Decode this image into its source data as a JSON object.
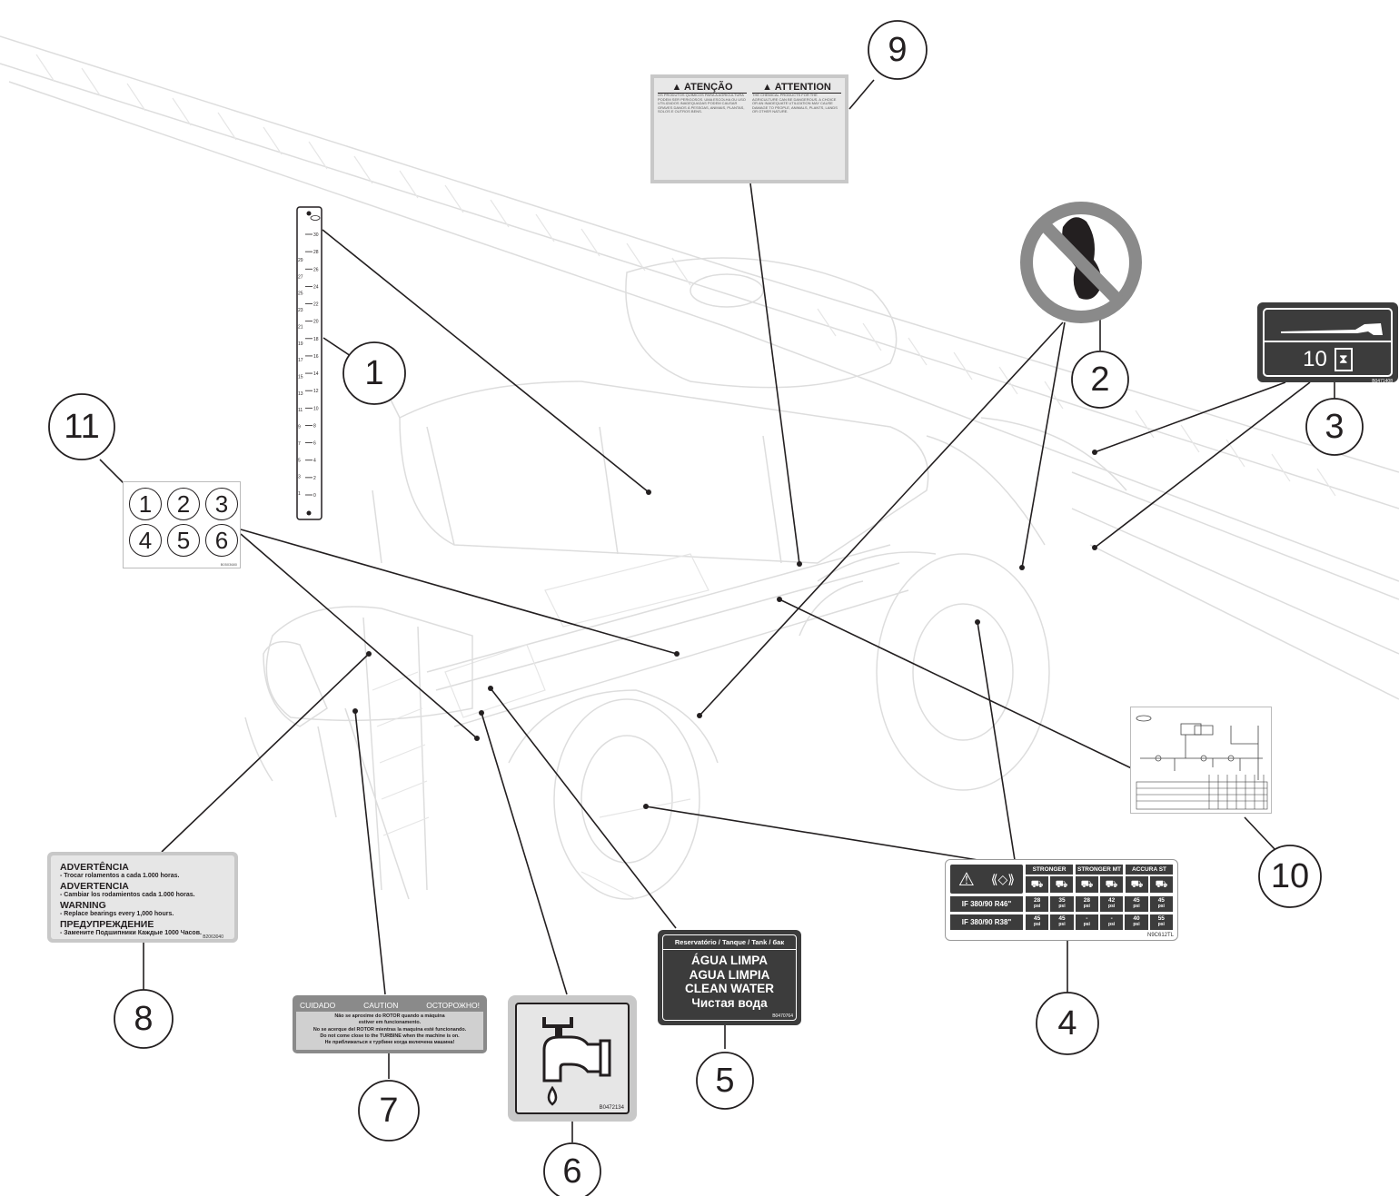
{
  "callouts": [
    "1",
    "2",
    "3",
    "4",
    "5",
    "6",
    "7",
    "8",
    "9",
    "10",
    "11"
  ],
  "label_9": {
    "title_pt": "ATENÇÃO",
    "title_en": "ATTENTION",
    "text_pt": "OS PRODUTOS QUÍMICOS PARA A AGRICULTURA PODEM SER PERIGOSOS. UMA ESCOLHA OU USO UTILIZADOS INADEQUADAS PODEM CAUSAR GRAVES DANOS À PESSOAS, ANIMAIS, PLANTAS, SOLOS E OUTROS BENS.",
    "text_en": "THE CHEMICAL PRODUCTS FOR THE AGRICULTURE CAN BE DANGEROUS. A CHOICE OR AN INADEQUATE UTILIZATION MAY CAUSE DAMAGE TO PEOPLE, ANIMALS, PLANTS, LANDS OR OTHER NATURE."
  },
  "label_3": {
    "value": "10",
    "code": "B0471408"
  },
  "label_11": {
    "numbers": [
      "1",
      "2",
      "3",
      "4",
      "5",
      "6"
    ],
    "code": "B0503680"
  },
  "label_1": {
    "right_ticks": [
      "30",
      "28",
      "26",
      "24",
      "22",
      "20",
      "18",
      "16",
      "14",
      "12",
      "10",
      "8",
      "6",
      "4",
      "2",
      "0"
    ],
    "left_ticks": [
      "29",
      "27",
      "25",
      "23",
      "21",
      "19",
      "17",
      "15",
      "13",
      "11",
      "9",
      "7",
      "5",
      "3",
      "1"
    ]
  },
  "label_8": {
    "lines": [
      {
        "head": "ADVERTÊNCIA",
        "text": "- Trocar rolamentos a cada 1.000 horas."
      },
      {
        "head": "ADVERTENCIA",
        "text": "- Cambiar los rodamientos cada 1.000 horas."
      },
      {
        "head": "WARNING",
        "text": "- Replace bearings every 1,000 hours."
      },
      {
        "head": "ПРЕДУПРЕЖДЕНИЕ",
        "text": "- Замените Подшипники Каждые 1000 Часов."
      }
    ],
    "code": "B2063040"
  },
  "label_7": {
    "header": [
      "CUIDADO",
      "CAUTION",
      "ОСТОРОЖНО!"
    ],
    "lines": [
      "Não se aproxime do ROTOR quando a máquina",
      "estiver em funcionamento.",
      "No se acerque del ROTOR mientras la maquina esté funcionando.",
      "Do not come close to the TURBINE when the machine is on.",
      "Не приближаться к турбине когда включена машина!"
    ]
  },
  "label_6": {
    "code": "B0472134"
  },
  "label_5": {
    "header": "Reservatório / Tanque / Tank / бак",
    "lines": [
      "ÁGUA LIMPA",
      "AGUA LIMPIA",
      "CLEAN WATER",
      "Чистая вода"
    ],
    "code": "B0470764"
  },
  "label_4": {
    "headers": [
      "STRONGER",
      "STRONGER MT",
      "ACCURA ST"
    ],
    "rows": [
      {
        "tire": "IF 380/90 R46\"",
        "cells": [
          "28",
          "35",
          "28",
          "42",
          "45",
          "45"
        ]
      },
      {
        "tire": "IF 380/90 R38\"",
        "cells": [
          "45",
          "45",
          "-",
          "-",
          "40",
          "55"
        ]
      }
    ],
    "unit": "psi",
    "code": "N9C612TL"
  }
}
